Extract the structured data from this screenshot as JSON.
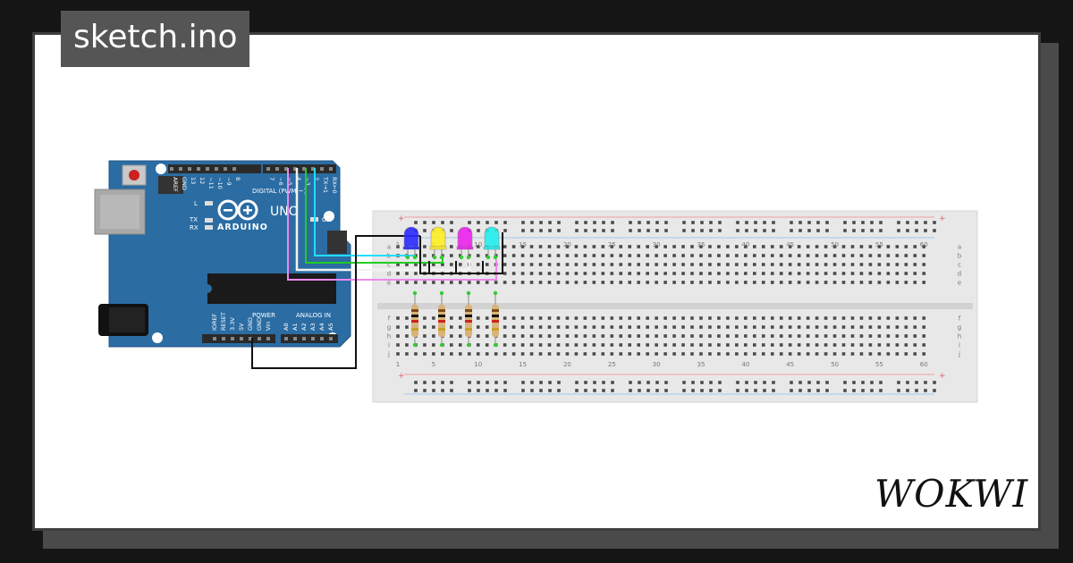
{
  "project": {
    "filename": "sketch.ino"
  },
  "brand": {
    "logo_text": "WOKWI"
  },
  "arduino": {
    "model": "UNO",
    "brand": "ARDUINO",
    "digital_label": "DIGITAL (PWM ~)",
    "analog_label": "ANALOG IN",
    "power_label": "POWER",
    "on_label": "ON",
    "l_label": "L",
    "tx_label": "TX",
    "rx_label": "RX",
    "digital_pins": [
      "AREF",
      "GND",
      "13",
      "12",
      "~11",
      "~10",
      "~9",
      "8",
      "7",
      "~6",
      "~5",
      "4",
      "~3",
      "2",
      "TX→1",
      "RX←0"
    ],
    "power_pins": [
      "IOREF",
      "RESET",
      "3.3V",
      "5V",
      "GND",
      "GND",
      "Vin"
    ],
    "analog_pins": [
      "A0",
      "A1",
      "A2",
      "A3",
      "A4",
      "A5"
    ]
  },
  "breadboard": {
    "column_numbers": [
      "1",
      "5",
      "10",
      "15",
      "20",
      "25",
      "30",
      "35",
      "40",
      "45",
      "50",
      "55",
      "60"
    ],
    "row_letters_top": [
      "a",
      "b",
      "c",
      "d",
      "e"
    ],
    "row_letters_bottom": [
      "f",
      "g",
      "h",
      "i",
      "j"
    ],
    "plus_label": "+",
    "minus_label": "-"
  },
  "leds": [
    {
      "color_name": "blue",
      "color": "#2a2aff"
    },
    {
      "color_name": "yellow",
      "color": "#ffee22"
    },
    {
      "color_name": "magenta",
      "color": "#ee22ee"
    },
    {
      "color_name": "cyan",
      "color": "#22eeee"
    }
  ],
  "wire_colors": {
    "pin5": "#ee88ee",
    "pin4": "#ffffff",
    "pin3": "#22cc22",
    "pin2": "#22ddff",
    "gnd": "#111111"
  },
  "colors": {
    "arduino_board": "#2b6ca3",
    "breadboard": "#e8e8e8",
    "card_border": "#3e3e3e",
    "tag_bg": "#555555"
  }
}
